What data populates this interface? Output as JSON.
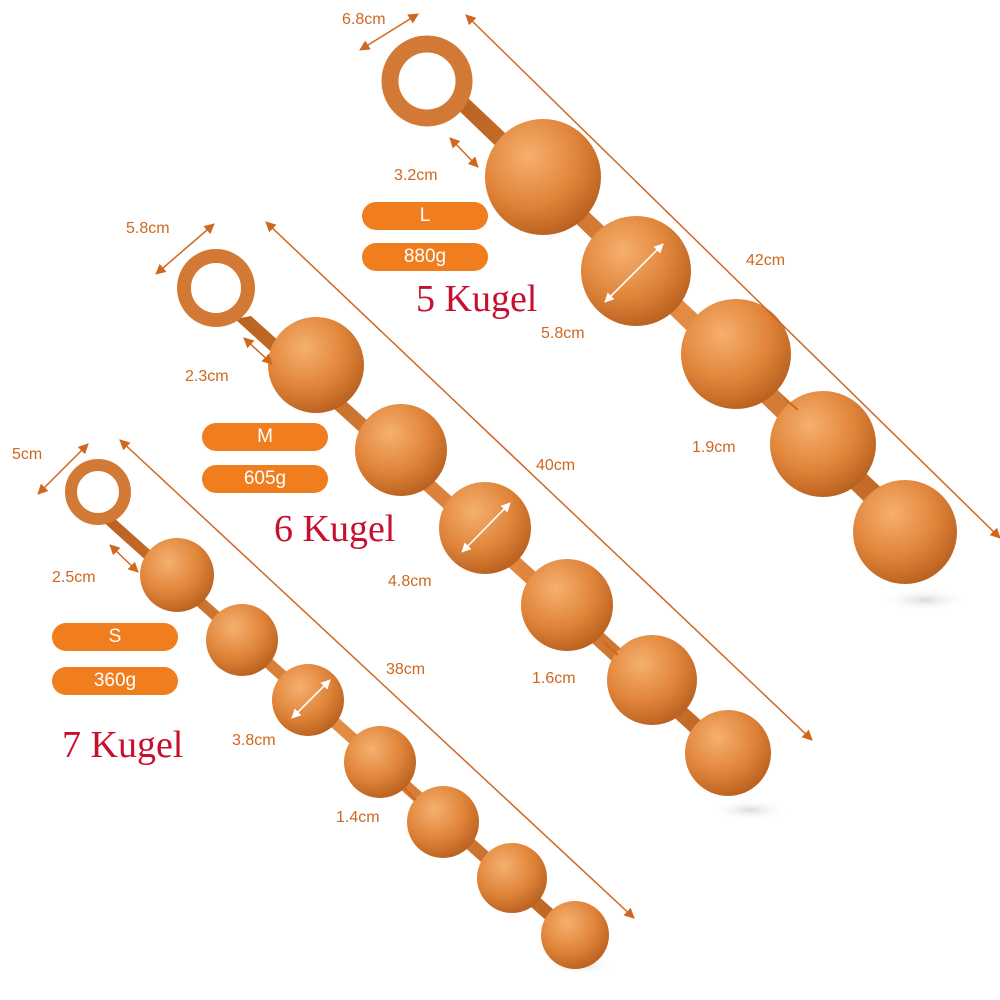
{
  "colors": {
    "silicone": "#e58a3a",
    "dimension_line": "#d0671f",
    "pill_background": "#f07d1e",
    "ball_count_text": "#c8102e"
  },
  "sizes": [
    {
      "size_label": "L",
      "weight": "880g",
      "ball_count": "5 Kugel",
      "ring_width": "6.8cm",
      "neck_length": "3.2cm",
      "total_length": "42cm",
      "ball_diameter": "5.8cm",
      "link_diameter": "1.9cm"
    },
    {
      "size_label": "M",
      "weight": "605g",
      "ball_count": "6 Kugel",
      "ring_width": "5.8cm",
      "neck_length": "2.3cm",
      "total_length": "40cm",
      "ball_diameter": "4.8cm",
      "link_diameter": "1.6cm"
    },
    {
      "size_label": "S",
      "weight": "360g",
      "ball_count": "7 Kugel",
      "ring_width": "5cm",
      "neck_length": "2.5cm",
      "total_length": "38cm",
      "ball_diameter": "3.8cm",
      "link_diameter": "1.4cm"
    }
  ]
}
